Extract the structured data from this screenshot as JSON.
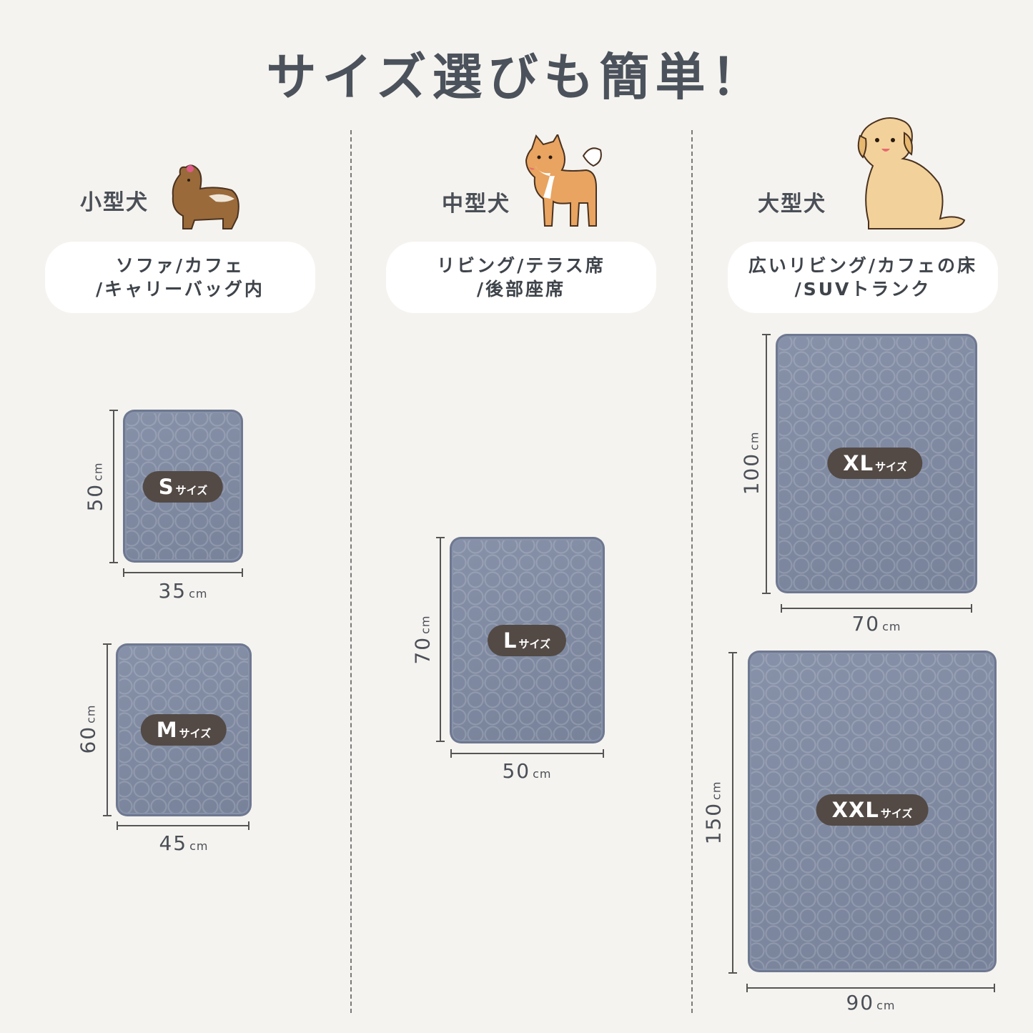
{
  "title": "サイズ選びも簡単！",
  "columns": [
    {
      "heading": "小型犬",
      "dog_icon": "yorkshire-terrier-icon",
      "desc_line1": "ソファ/カフェ",
      "desc_line2": "/キャリーバッグ内"
    },
    {
      "heading": "中型犬",
      "dog_icon": "shiba-inu-icon",
      "desc_line1": "リビング/テラス席",
      "desc_line2": "/後部座席"
    },
    {
      "heading": "大型犬",
      "dog_icon": "golden-retriever-icon",
      "desc_line1": "広いリビング/カフェの床",
      "desc_line2": "/SUVトランク"
    }
  ],
  "sizes": {
    "s": {
      "letter": "S",
      "suffix": "サイズ",
      "width": "35",
      "height": "50",
      "unit": "cm"
    },
    "m": {
      "letter": "M",
      "suffix": "サイズ",
      "width": "45",
      "height": "60",
      "unit": "cm"
    },
    "l": {
      "letter": "L",
      "suffix": "サイズ",
      "width": "50",
      "height": "70",
      "unit": "cm"
    },
    "xl": {
      "letter": "XL",
      "suffix": "サイズ",
      "width": "70",
      "height": "100",
      "unit": "cm"
    },
    "xxl": {
      "letter": "XXL",
      "suffix": "サイズ",
      "width": "90",
      "height": "150",
      "unit": "cm"
    }
  },
  "colors": {
    "background": "#f5f3ef",
    "mat": "#7f8aa3",
    "badge": "#534a45",
    "text": "#4b525b"
  }
}
